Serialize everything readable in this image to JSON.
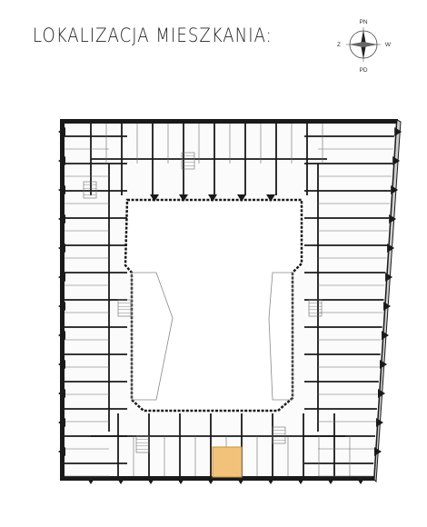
{
  "title": "LOKALIZACJA MIESZKANIA:",
  "compass": {
    "north": "PN",
    "south": "PD",
    "west": "Z",
    "east": "W"
  },
  "colors": {
    "highlight": "#f3c27a",
    "walls": "#1a1a1a",
    "thin_lines": "#6a6a6a"
  },
  "highlighted_unit": {
    "name": "selected-apartment"
  }
}
